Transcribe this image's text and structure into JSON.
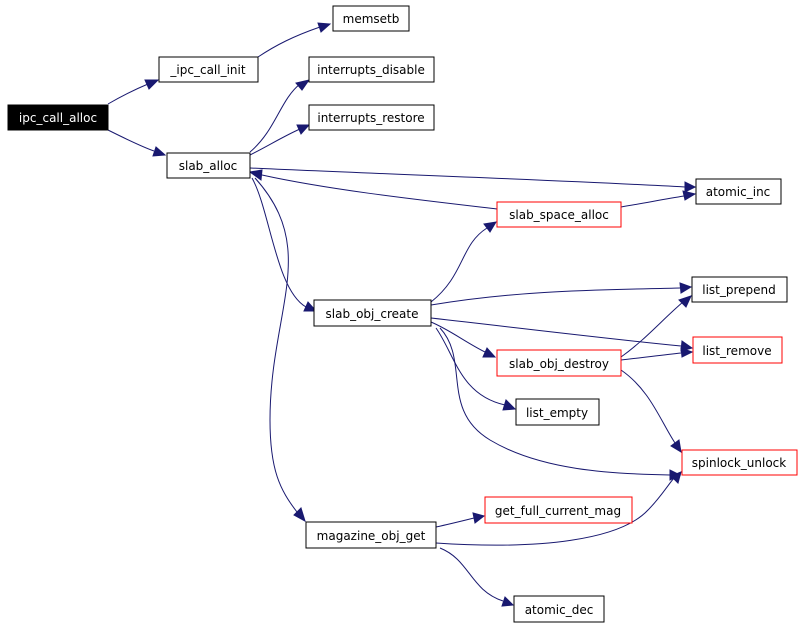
{
  "colors": {
    "edge": "#191970",
    "border": "#000000",
    "red_border": "#ff0000",
    "root_fill": "#000000",
    "root_text": "#ffffff"
  },
  "nodes": {
    "ipc_call_alloc": "ipc_call_alloc",
    "ipc_call_init": "_ipc_call_init",
    "memsetb": "memsetb",
    "slab_alloc": "slab_alloc",
    "interrupts_disable": "interrupts_disable",
    "interrupts_restore": "interrupts_restore",
    "atomic_inc": "atomic_inc",
    "slab_space_alloc": "slab_space_alloc",
    "slab_obj_create": "slab_obj_create",
    "list_prepend": "list_prepend",
    "list_remove": "list_remove",
    "slab_obj_destroy": "slab_obj_destroy",
    "list_empty": "list_empty",
    "spinlock_unlock": "spinlock_unlock",
    "magazine_obj_get": "magazine_obj_get",
    "get_full_current_mag": "get_full_current_mag",
    "atomic_dec": "atomic_dec"
  },
  "edges": [
    [
      "ipc_call_alloc",
      "ipc_call_init"
    ],
    [
      "ipc_call_alloc",
      "slab_alloc"
    ],
    [
      "ipc_call_init",
      "memsetb"
    ],
    [
      "slab_alloc",
      "interrupts_disable"
    ],
    [
      "slab_alloc",
      "interrupts_restore"
    ],
    [
      "slab_alloc",
      "atomic_inc"
    ],
    [
      "slab_alloc",
      "slab_obj_create"
    ],
    [
      "slab_alloc",
      "magazine_obj_get"
    ],
    [
      "slab_space_alloc",
      "slab_alloc"
    ],
    [
      "slab_space_alloc",
      "atomic_inc"
    ],
    [
      "slab_obj_create",
      "slab_space_alloc"
    ],
    [
      "slab_obj_create",
      "list_prepend"
    ],
    [
      "slab_obj_create",
      "list_remove"
    ],
    [
      "slab_obj_create",
      "slab_obj_destroy"
    ],
    [
      "slab_obj_create",
      "list_empty"
    ],
    [
      "slab_obj_create",
      "spinlock_unlock"
    ],
    [
      "slab_obj_destroy",
      "list_prepend"
    ],
    [
      "slab_obj_destroy",
      "list_remove"
    ],
    [
      "slab_obj_destroy",
      "spinlock_unlock"
    ],
    [
      "magazine_obj_get",
      "get_full_current_mag"
    ],
    [
      "magazine_obj_get",
      "spinlock_unlock"
    ],
    [
      "magazine_obj_get",
      "atomic_dec"
    ]
  ]
}
